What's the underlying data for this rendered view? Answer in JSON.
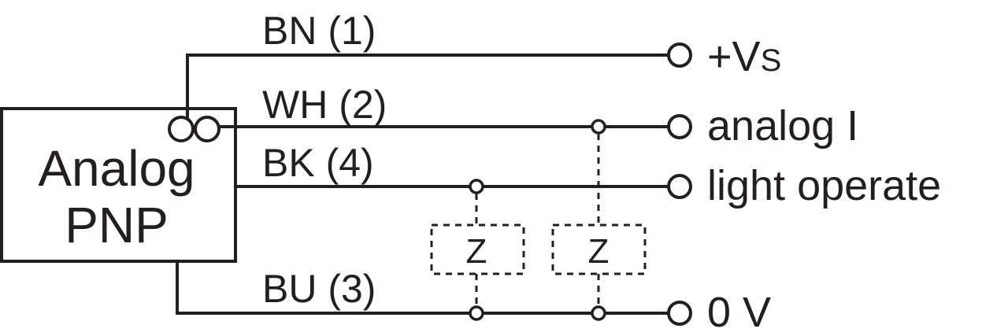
{
  "device": {
    "line1": "Analog",
    "line2": "PNP"
  },
  "wires": {
    "bn": "BN (1)",
    "wh": "WH (2)",
    "bk": "BK (4)",
    "bu": "BU (3)"
  },
  "terminals": {
    "vs_plus": "+V",
    "vs_sub": "S",
    "analog": "analog I",
    "light": "light operate",
    "zero": "0 V"
  },
  "loads": {
    "load1": "Z",
    "load2": "Z"
  },
  "colors": {
    "ink": "#231f20",
    "background": "#ffffff"
  }
}
